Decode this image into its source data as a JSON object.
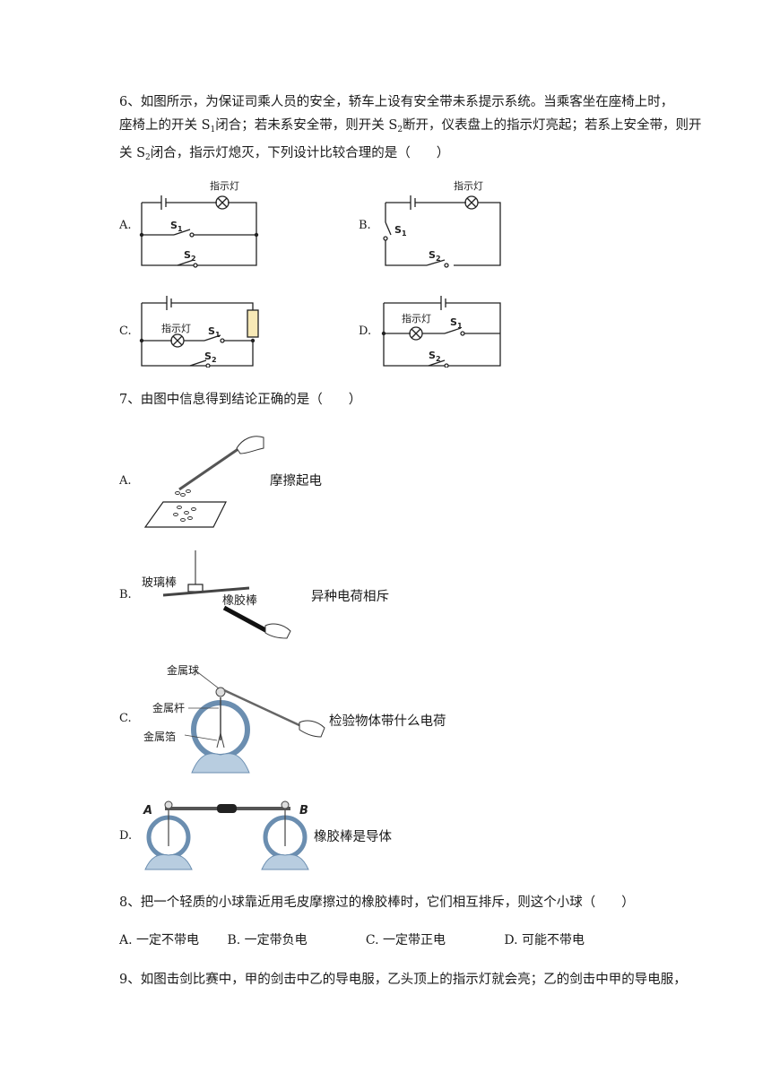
{
  "q6": {
    "line1": "6、如图所示，为保证司乘人员的安全，轿车上设有安全带未系提示系统。当乘客坐在座椅上时，",
    "line2a": "座椅上的开关 S",
    "line2b": "1",
    "line2c": "闭合；若未系安全带，则开关 S",
    "line2d": "2",
    "line2e": "断开，仪表盘上的指示灯亮起；若系上安全带，则开",
    "line3a": "关 S",
    "line3b": "2",
    "line3c": "闭合，指示灯熄灭，下列设计比较合理的是（　　）",
    "options": [
      {
        "letter": "A."
      },
      {
        "letter": "B."
      },
      {
        "letter": "C."
      },
      {
        "letter": "D."
      }
    ],
    "lamp_label": "指示灯",
    "s1": "S",
    "s2": "S",
    "s1_sub": "1",
    "s2_sub": "2"
  },
  "q7": {
    "text": "7、由图中信息得到结论正确的是（　　）",
    "options": [
      {
        "letter": "A.",
        "caption": "摩擦起电"
      },
      {
        "letter": "B.",
        "caption": "异种电荷相斥",
        "label1": "玻璃棒",
        "label2": "橡胶棒"
      },
      {
        "letter": "C.",
        "caption": "检验物体带什么电荷",
        "label1": "金属球",
        "label2": "金属杆",
        "label3": "金属箔"
      },
      {
        "letter": "D.",
        "caption": "橡胶棒是导体",
        "label_a": "A",
        "label_b": "B"
      }
    ]
  },
  "q8": {
    "text": "8、把一个轻质的小球靠近用毛皮摩擦过的橡胶棒时，它们相互排斥，则这个小球（　　）",
    "choices": [
      "A. 一定不带电",
      "B. 一定带负电",
      "C. 一定带正电",
      "D. 可能不带电"
    ]
  },
  "q9": {
    "text": "9、如图击剑比赛中，甲的剑击中乙的导电服，乙头顶上的指示灯就会亮；乙的剑击中甲的导电服，"
  }
}
